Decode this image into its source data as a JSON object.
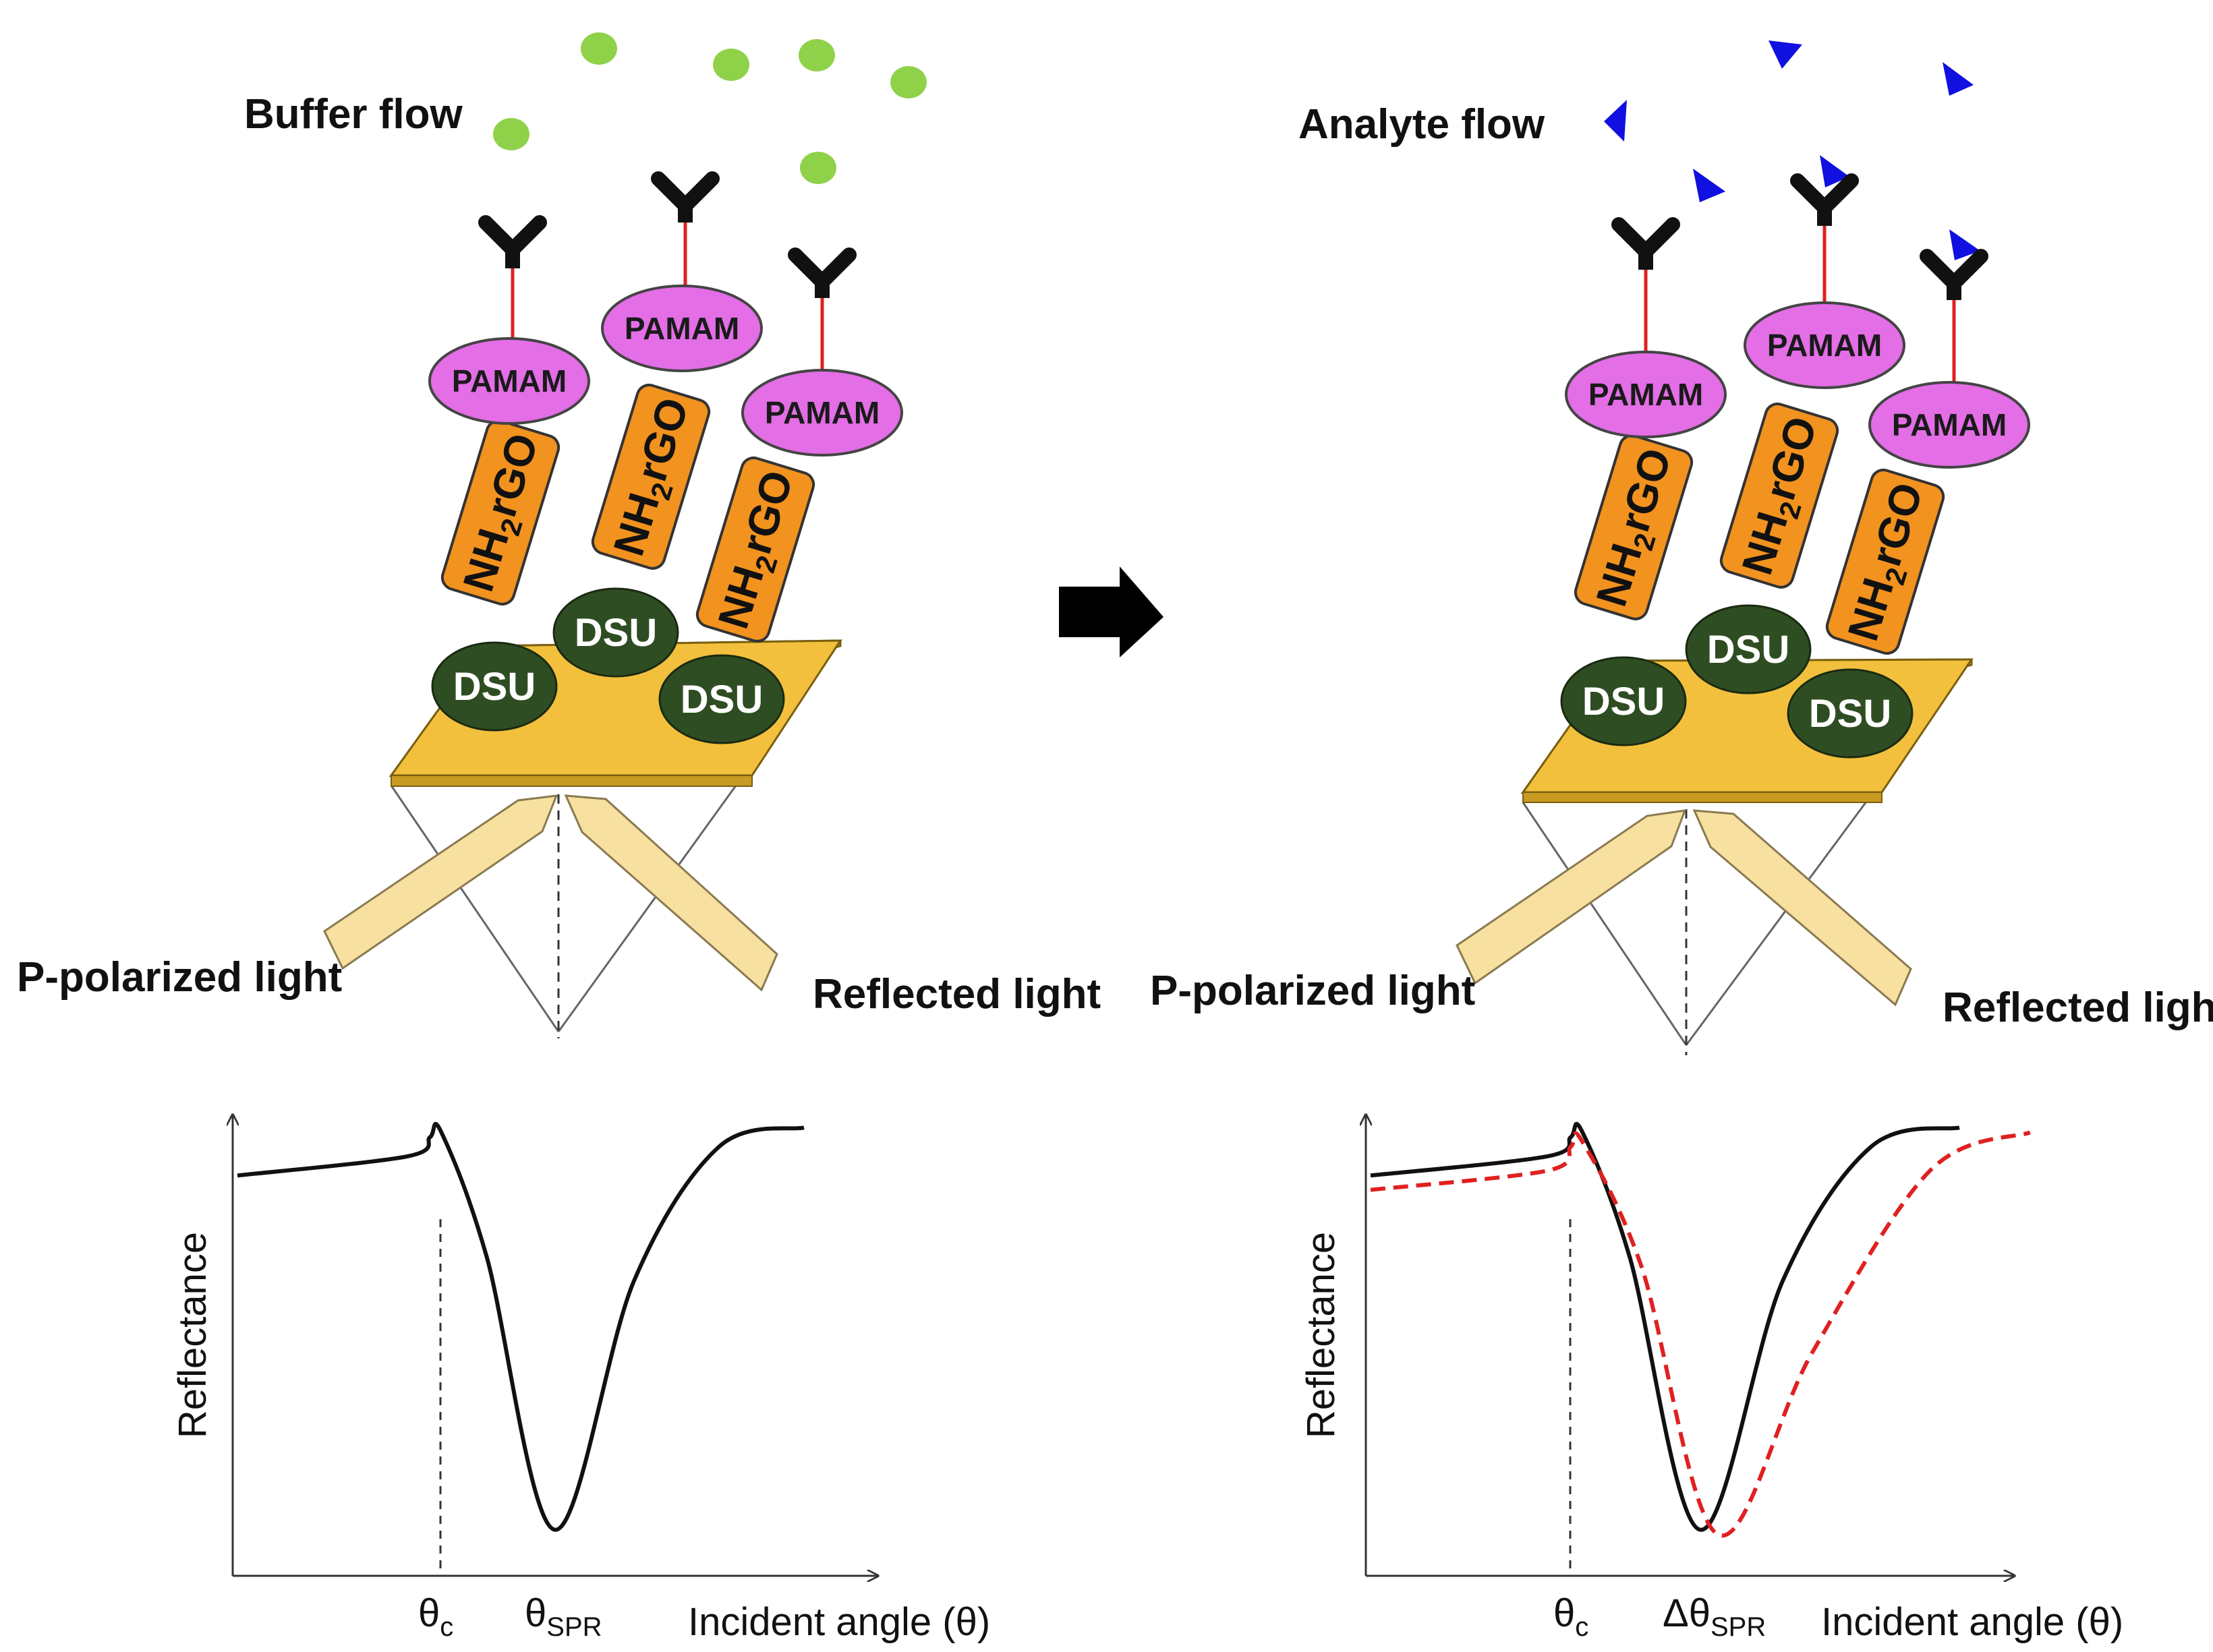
{
  "colors": {
    "substrate": "#f2c03c",
    "pamam": "#e36ee6",
    "linker": "#f2921f",
    "dsu": "#2f4d22",
    "buffer_particle": "#8fd24a",
    "analyte_particle": "#1010e0",
    "light_beam": "#f7e0a0",
    "red_curve": "#e02020"
  },
  "left_panel": {
    "flow_label": "Buffer flow",
    "incident_label": "P-polarized  light",
    "reflected_label": "Reflected light",
    "pamam": [
      "PAMAM",
      "PAMAM",
      "PAMAM"
    ],
    "dsu": [
      "DSU",
      "DSU",
      "DSU"
    ],
    "linker": {
      "main": "NH",
      "sub": "2",
      "tail": "rGO"
    }
  },
  "right_panel": {
    "flow_label": "Analyte flow",
    "incident_label": "P-polarized  light",
    "reflected_label": "Reflected light",
    "pamam": [
      "PAMAM",
      "PAMAM",
      "PAMAM"
    ],
    "dsu": [
      "DSU",
      "DSU",
      "DSU"
    ],
    "linker": {
      "main": "NH",
      "sub": "2",
      "tail": "rGO"
    }
  },
  "chart_data": [
    {
      "type": "line",
      "ylabel": "Reflectance",
      "xlabel": "Incident angle (θ)",
      "x_ticks": [
        {
          "main": "θ",
          "sub": "c"
        },
        {
          "main": "θ",
          "sub": "SPR"
        }
      ],
      "series": [
        {
          "color": "#111111",
          "style": "solid",
          "x": [
            0,
            0.3,
            0.34,
            0.36,
            0.44,
            0.56,
            0.7,
            0.85,
            1.0
          ],
          "y": [
            0.77,
            0.81,
            0.85,
            0.86,
            0.6,
            0.03,
            0.55,
            0.83,
            0.87
          ]
        }
      ]
    },
    {
      "type": "line",
      "ylabel": "Reflectance",
      "xlabel": "Incident angle (θ)",
      "x_ticks": [
        {
          "main": "θ",
          "sub": "c"
        },
        {
          "main": "Δθ",
          "sub": "SPR"
        }
      ],
      "series": [
        {
          "color": "#111111",
          "style": "solid",
          "x": [
            0,
            0.3,
            0.34,
            0.36,
            0.44,
            0.56,
            0.7,
            0.85,
            1.0
          ],
          "y": [
            0.77,
            0.81,
            0.85,
            0.86,
            0.6,
            0.03,
            0.55,
            0.83,
            0.87
          ]
        },
        {
          "color": "#e02020",
          "style": "dashed",
          "x": [
            0,
            0.3,
            0.34,
            0.36,
            0.46,
            0.59,
            0.75,
            0.95,
            1.12
          ],
          "y": [
            0.74,
            0.78,
            0.83,
            0.84,
            0.58,
            0.02,
            0.4,
            0.78,
            0.86
          ]
        }
      ]
    }
  ]
}
